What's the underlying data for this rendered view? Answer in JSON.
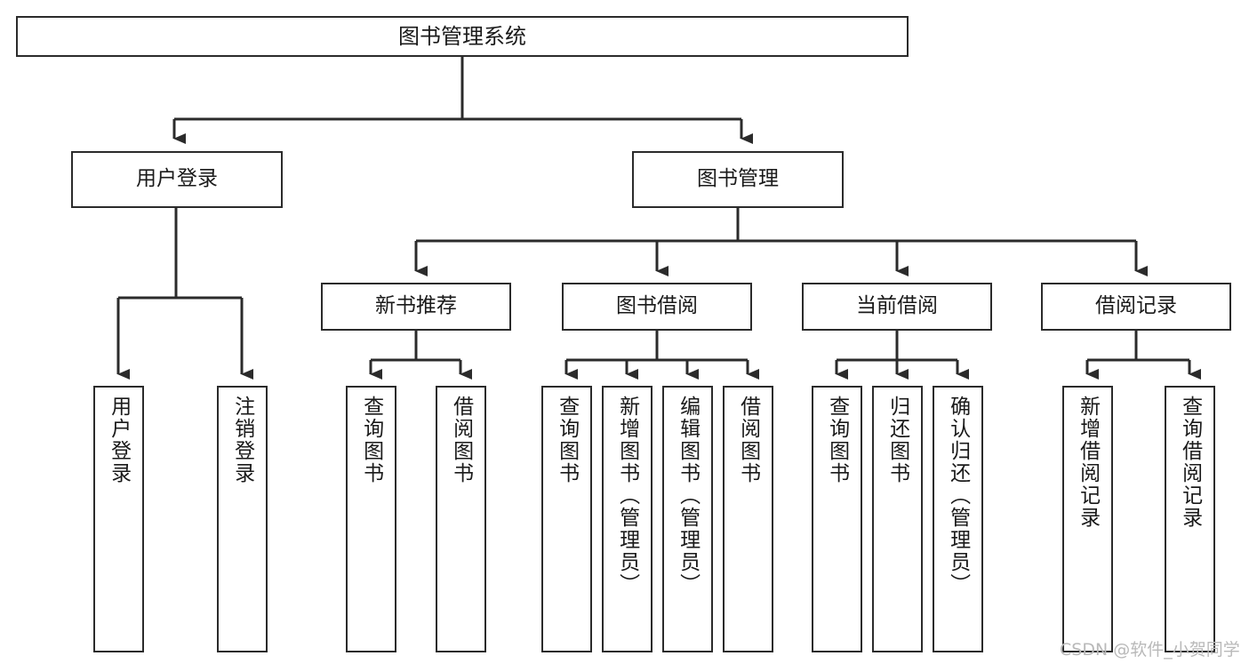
{
  "diagram": {
    "title": "图书管理系统",
    "type": "tree-hierarchy",
    "stroke_color": "#2b2b2b",
    "fill_color": "#ffffff",
    "text_color": "#1a1a1a"
  },
  "nodes": {
    "root": {
      "label": "图书管理系统",
      "level": 0
    },
    "level1": [
      {
        "id": "user-login",
        "label": "用户登录"
      },
      {
        "id": "book-manage",
        "label": "图书管理"
      }
    ],
    "level2": [
      {
        "id": "new-book-rec",
        "label": "新书推荐",
        "parent": "book-manage"
      },
      {
        "id": "book-borrow",
        "label": "图书借阅",
        "parent": "book-manage"
      },
      {
        "id": "current-borrow",
        "label": "当前借阅",
        "parent": "book-manage"
      },
      {
        "id": "borrow-record",
        "label": "借阅记录",
        "parent": "book-manage"
      }
    ],
    "leaves": {
      "user-login": [
        {
          "id": "leaf-user-login",
          "label": "用户登录"
        },
        {
          "id": "leaf-logout",
          "label": "注销登录"
        }
      ],
      "new-book-rec": [
        {
          "id": "leaf-query-book-1",
          "label": "查询图书"
        },
        {
          "id": "leaf-borrow-book-1",
          "label": "借阅图书"
        }
      ],
      "book-borrow": [
        {
          "id": "leaf-query-book-2",
          "label": "查询图书"
        },
        {
          "id": "leaf-add-book",
          "label": "新增图书（管理员）"
        },
        {
          "id": "leaf-edit-book",
          "label": "编辑图书（管理员）"
        },
        {
          "id": "leaf-borrow-book-2",
          "label": "借阅图书"
        }
      ],
      "current-borrow": [
        {
          "id": "leaf-query-book-3",
          "label": "查询图书"
        },
        {
          "id": "leaf-return-book",
          "label": "归还图书"
        },
        {
          "id": "leaf-confirm-return",
          "label": "确认归还（管理员）"
        }
      ],
      "borrow-record": [
        {
          "id": "leaf-add-record",
          "label": "新增借阅记录"
        },
        {
          "id": "leaf-query-record",
          "label": "查询借阅记录"
        }
      ]
    }
  },
  "watermark": {
    "text": "CSDN @软件_小贺同学",
    "color": "#b9b9b9"
  }
}
